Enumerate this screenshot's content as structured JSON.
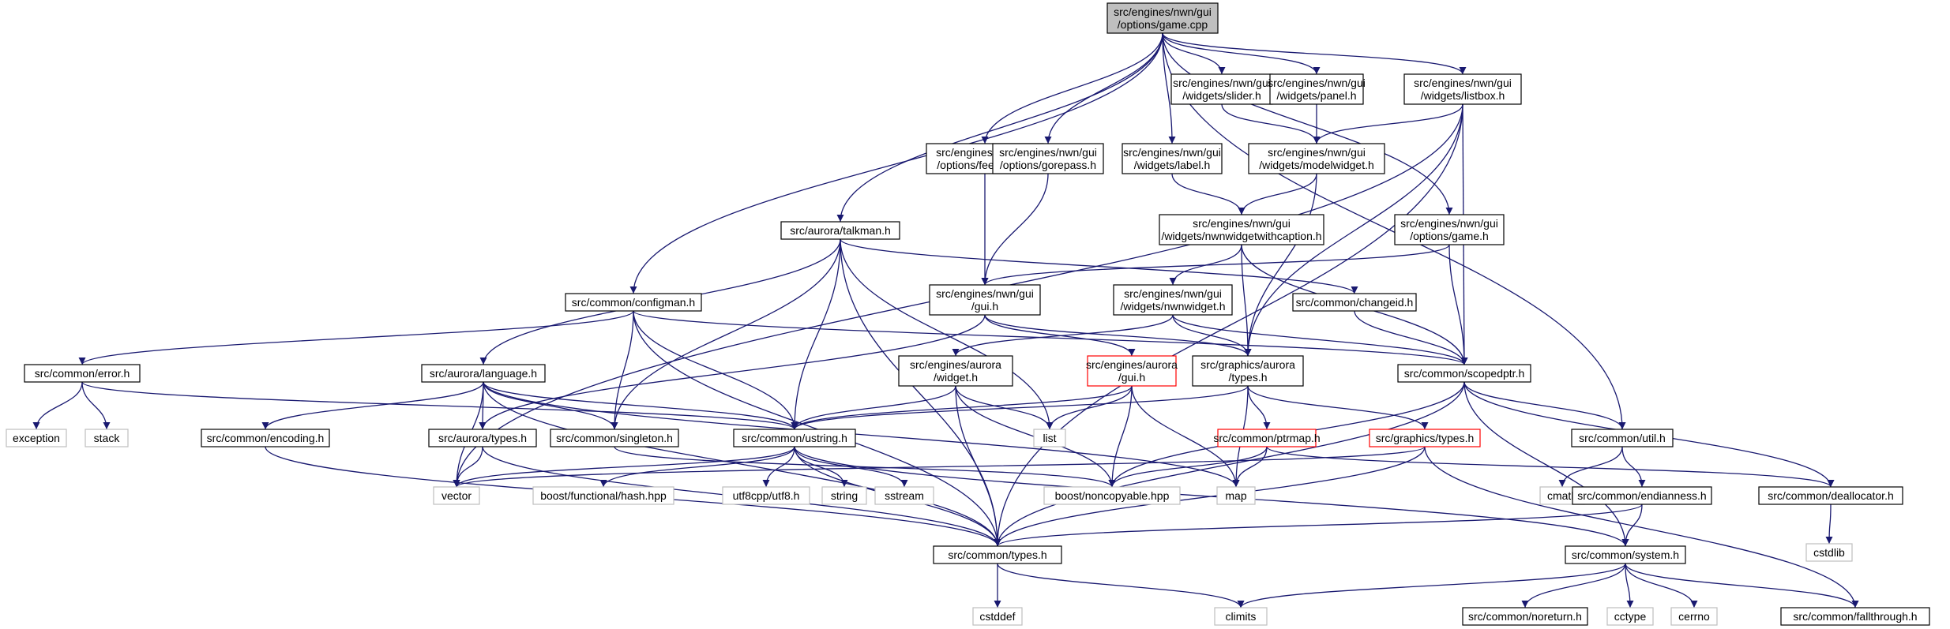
{
  "colors": {
    "edge": "#191970",
    "node_border": "#000000",
    "focus_fill": "#bfbfbf",
    "missing_border": "#bfbfbf",
    "missing_text": "#777777",
    "truncated_border": "#ff0000"
  },
  "nodes": [
    {
      "id": "game_cpp",
      "lines": [
        "src/engines/nwn/gui",
        "/options/game.cpp"
      ],
      "kind": "focus"
    },
    {
      "id": "slider",
      "lines": [
        "src/engines/nwn/gui",
        "/widgets/slider.h"
      ],
      "kind": "normal"
    },
    {
      "id": "panel",
      "lines": [
        "src/engines/nwn/gui",
        "/widgets/panel.h"
      ],
      "kind": "normal"
    },
    {
      "id": "listbox",
      "lines": [
        "src/engines/nwn/gui",
        "/widgets/listbox.h"
      ],
      "kind": "normal"
    },
    {
      "id": "feedback",
      "lines": [
        "src/engines/nwn/gui",
        "/options/feedback.h"
      ],
      "kind": "normal"
    },
    {
      "id": "gorepass",
      "lines": [
        "src/engines/nwn/gui",
        "/options/gorepass.h"
      ],
      "kind": "normal"
    },
    {
      "id": "label",
      "lines": [
        "src/engines/nwn/gui",
        "/widgets/label.h"
      ],
      "kind": "normal"
    },
    {
      "id": "modelwidget",
      "lines": [
        "src/engines/nwn/gui",
        "/widgets/modelwidget.h"
      ],
      "kind": "normal"
    },
    {
      "id": "talkman",
      "lines": [
        "src/aurora/talkman.h"
      ],
      "kind": "normal"
    },
    {
      "id": "nwncaption",
      "lines": [
        "src/engines/nwn/gui",
        "/widgets/nwnwidgetwithcaption.h"
      ],
      "kind": "normal"
    },
    {
      "id": "options_game_h",
      "lines": [
        "src/engines/nwn/gui",
        "/options/game.h"
      ],
      "kind": "normal"
    },
    {
      "id": "configman",
      "lines": [
        "src/common/configman.h"
      ],
      "kind": "normal"
    },
    {
      "id": "nwn_gui_h",
      "lines": [
        "src/engines/nwn/gui",
        "/gui.h"
      ],
      "kind": "normal"
    },
    {
      "id": "nwnwidget",
      "lines": [
        "src/engines/nwn/gui",
        "/widgets/nwnwidget.h"
      ],
      "kind": "normal"
    },
    {
      "id": "changeid",
      "lines": [
        "src/common/changeid.h"
      ],
      "kind": "normal"
    },
    {
      "id": "error",
      "lines": [
        "src/common/error.h"
      ],
      "kind": "normal"
    },
    {
      "id": "language",
      "lines": [
        "src/aurora/language.h"
      ],
      "kind": "normal"
    },
    {
      "id": "aurora_widget",
      "lines": [
        "src/engines/aurora",
        "/widget.h"
      ],
      "kind": "normal"
    },
    {
      "id": "aurora_gui",
      "lines": [
        "src/engines/aurora",
        "/gui.h"
      ],
      "kind": "truncated"
    },
    {
      "id": "graphics_aurora_types",
      "lines": [
        "src/graphics/aurora",
        "/types.h"
      ],
      "kind": "normal"
    },
    {
      "id": "scopedptr",
      "lines": [
        "src/common/scopedptr.h"
      ],
      "kind": "normal"
    },
    {
      "id": "exception",
      "lines": [
        "exception"
      ],
      "kind": "missing"
    },
    {
      "id": "stack",
      "lines": [
        "stack"
      ],
      "kind": "missing"
    },
    {
      "id": "encoding",
      "lines": [
        "src/common/encoding.h"
      ],
      "kind": "normal"
    },
    {
      "id": "aurora_types",
      "lines": [
        "src/aurora/types.h"
      ],
      "kind": "normal"
    },
    {
      "id": "singleton",
      "lines": [
        "src/common/singleton.h"
      ],
      "kind": "normal"
    },
    {
      "id": "ustring",
      "lines": [
        "src/common/ustring.h"
      ],
      "kind": "normal"
    },
    {
      "id": "list",
      "lines": [
        "list"
      ],
      "kind": "missing"
    },
    {
      "id": "ptrmap",
      "lines": [
        "src/common/ptrmap.h"
      ],
      "kind": "truncated"
    },
    {
      "id": "graphics_types",
      "lines": [
        "src/graphics/types.h"
      ],
      "kind": "truncated"
    },
    {
      "id": "util",
      "lines": [
        "src/common/util.h"
      ],
      "kind": "normal"
    },
    {
      "id": "vector",
      "lines": [
        "vector"
      ],
      "kind": "missing"
    },
    {
      "id": "hash",
      "lines": [
        "boost/functional/hash.hpp"
      ],
      "kind": "missing"
    },
    {
      "id": "utf8",
      "lines": [
        "utf8cpp/utf8.h"
      ],
      "kind": "missing"
    },
    {
      "id": "string",
      "lines": [
        "string"
      ],
      "kind": "missing"
    },
    {
      "id": "sstream",
      "lines": [
        "sstream"
      ],
      "kind": "missing"
    },
    {
      "id": "noncopyable",
      "lines": [
        "boost/noncopyable.hpp"
      ],
      "kind": "missing"
    },
    {
      "id": "map",
      "lines": [
        "map"
      ],
      "kind": "missing"
    },
    {
      "id": "cmath",
      "lines": [
        "cmath"
      ],
      "kind": "missing"
    },
    {
      "id": "endianness",
      "lines": [
        "src/common/endianness.h"
      ],
      "kind": "normal"
    },
    {
      "id": "deallocator",
      "lines": [
        "src/common/deallocator.h"
      ],
      "kind": "normal"
    },
    {
      "id": "cstdlib",
      "lines": [
        "cstdlib"
      ],
      "kind": "missing"
    },
    {
      "id": "common_types",
      "lines": [
        "src/common/types.h"
      ],
      "kind": "normal"
    },
    {
      "id": "system",
      "lines": [
        "src/common/system.h"
      ],
      "kind": "normal"
    },
    {
      "id": "cstddef",
      "lines": [
        "cstddef"
      ],
      "kind": "missing"
    },
    {
      "id": "climits",
      "lines": [
        "climits"
      ],
      "kind": "missing"
    },
    {
      "id": "noreturn",
      "lines": [
        "src/common/noreturn.h"
      ],
      "kind": "normal"
    },
    {
      "id": "cctype",
      "lines": [
        "cctype"
      ],
      "kind": "missing"
    },
    {
      "id": "cerrno",
      "lines": [
        "cerrno"
      ],
      "kind": "missing"
    },
    {
      "id": "fallthrough",
      "lines": [
        "src/common/fallthrough.h"
      ],
      "kind": "normal"
    }
  ],
  "edges": [
    [
      "game_cpp",
      "configman"
    ],
    [
      "game_cpp",
      "talkman"
    ],
    [
      "game_cpp",
      "feedback"
    ],
    [
      "game_cpp",
      "gorepass"
    ],
    [
      "game_cpp",
      "label"
    ],
    [
      "game_cpp",
      "slider"
    ],
    [
      "game_cpp",
      "panel"
    ],
    [
      "game_cpp",
      "listbox"
    ],
    [
      "game_cpp",
      "options_game_h"
    ],
    [
      "game_cpp",
      "util"
    ],
    [
      "slider",
      "modelwidget"
    ],
    [
      "panel",
      "modelwidget"
    ],
    [
      "listbox",
      "modelwidget"
    ],
    [
      "listbox",
      "scopedptr"
    ],
    [
      "listbox",
      "graphics_aurora_types"
    ],
    [
      "listbox",
      "common_types"
    ],
    [
      "listbox",
      "vector"
    ],
    [
      "feedback",
      "nwn_gui_h"
    ],
    [
      "gorepass",
      "nwn_gui_h"
    ],
    [
      "label",
      "nwncaption"
    ],
    [
      "modelwidget",
      "nwncaption"
    ],
    [
      "modelwidget",
      "graphics_aurora_types"
    ],
    [
      "nwncaption",
      "nwnwidget"
    ],
    [
      "nwncaption",
      "graphics_aurora_types"
    ],
    [
      "nwncaption",
      "scopedptr"
    ],
    [
      "options_game_h",
      "nwn_gui_h"
    ],
    [
      "options_game_h",
      "scopedptr"
    ],
    [
      "talkman",
      "language"
    ],
    [
      "talkman",
      "singleton"
    ],
    [
      "talkman",
      "ustring"
    ],
    [
      "talkman",
      "list"
    ],
    [
      "talkman",
      "changeid"
    ],
    [
      "talkman",
      "common_types"
    ],
    [
      "configman",
      "error"
    ],
    [
      "configman",
      "singleton"
    ],
    [
      "configman",
      "ustring"
    ],
    [
      "configman",
      "scopedptr"
    ],
    [
      "configman",
      "common_types"
    ],
    [
      "nwn_gui_h",
      "aurora_gui"
    ],
    [
      "nwn_gui_h",
      "graphics_aurora_types"
    ],
    [
      "nwn_gui_h",
      "aurora_types"
    ],
    [
      "nwnwidget",
      "aurora_widget"
    ],
    [
      "nwnwidget",
      "graphics_aurora_types"
    ],
    [
      "nwnwidget",
      "scopedptr"
    ],
    [
      "changeid",
      "scopedptr"
    ],
    [
      "error",
      "exception"
    ],
    [
      "error",
      "stack"
    ],
    [
      "error",
      "ustring"
    ],
    [
      "language",
      "encoding"
    ],
    [
      "language",
      "aurora_types"
    ],
    [
      "language",
      "singleton"
    ],
    [
      "language",
      "ustring"
    ],
    [
      "language",
      "vector"
    ],
    [
      "language",
      "common_types"
    ],
    [
      "language",
      "map"
    ],
    [
      "aurora_widget",
      "ustring"
    ],
    [
      "aurora_widget",
      "list"
    ],
    [
      "aurora_widget",
      "noncopyable"
    ],
    [
      "aurora_widget",
      "common_types"
    ],
    [
      "aurora_gui",
      "ustring"
    ],
    [
      "aurora_gui",
      "list"
    ],
    [
      "aurora_gui",
      "map"
    ],
    [
      "aurora_gui",
      "noncopyable"
    ],
    [
      "graphics_aurora_types",
      "ptrmap"
    ],
    [
      "graphics_aurora_types",
      "graphics_types"
    ],
    [
      "graphics_aurora_types",
      "map"
    ],
    [
      "graphics_aurora_types",
      "ustring"
    ],
    [
      "scopedptr",
      "util"
    ],
    [
      "scopedptr",
      "deallocator"
    ],
    [
      "scopedptr",
      "system"
    ],
    [
      "scopedptr",
      "noncopyable"
    ],
    [
      "scopedptr",
      "common_types"
    ],
    [
      "encoding",
      "common_types"
    ],
    [
      "aurora_types",
      "vector"
    ],
    [
      "aurora_types",
      "common_types"
    ],
    [
      "singleton",
      "noncopyable"
    ],
    [
      "ustring",
      "vector"
    ],
    [
      "ustring",
      "hash"
    ],
    [
      "ustring",
      "utf8"
    ],
    [
      "ustring",
      "string"
    ],
    [
      "ustring",
      "sstream"
    ],
    [
      "ustring",
      "common_types"
    ],
    [
      "ustring",
      "system"
    ],
    [
      "ptrmap",
      "map"
    ],
    [
      "ptrmap",
      "noncopyable"
    ],
    [
      "ptrmap",
      "deallocator"
    ],
    [
      "graphics_types",
      "vector"
    ],
    [
      "graphics_types",
      "common_types"
    ],
    [
      "graphics_types",
      "fallthrough"
    ],
    [
      "util",
      "cmath"
    ],
    [
      "util",
      "endianness"
    ],
    [
      "endianness",
      "system"
    ],
    [
      "endianness",
      "common_types"
    ],
    [
      "deallocator",
      "cstdlib"
    ],
    [
      "common_types",
      "cstddef"
    ],
    [
      "common_types",
      "climits"
    ],
    [
      "system",
      "climits"
    ],
    [
      "system",
      "noreturn"
    ],
    [
      "system",
      "cctype"
    ],
    [
      "system",
      "cerrno"
    ],
    [
      "system",
      "fallthrough"
    ]
  ]
}
